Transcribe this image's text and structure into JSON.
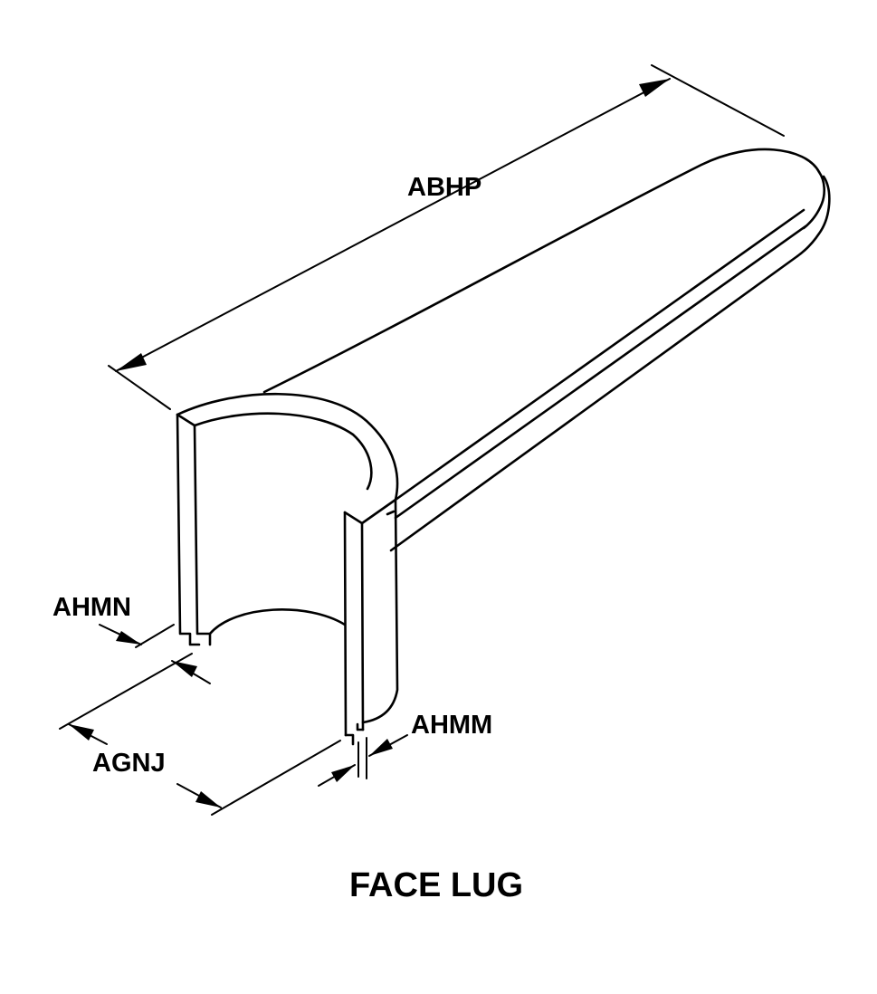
{
  "caption": "FACE LUG",
  "dimensions": {
    "overall_length": "ABHP",
    "inner_wall_thickness": "AHMN",
    "slot_width": "AGNJ",
    "outer_wall_thickness": "AHMM"
  }
}
